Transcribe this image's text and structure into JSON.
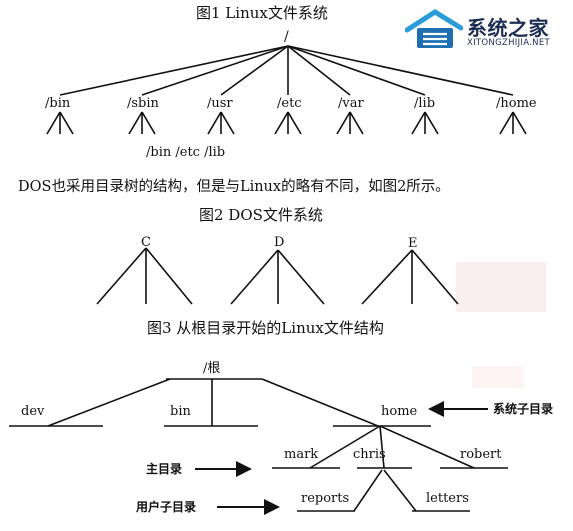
{
  "fig1": {
    "title": "图1  Linux文件系统",
    "root": "/",
    "nodes": [
      "/bin",
      "/sbin",
      "/usr",
      "/etc",
      "/var",
      "/lib",
      "/home"
    ],
    "sbin_children": "/bin /etc /lib"
  },
  "paragraph": "DOS也采用目录树的结构，但是与Linux的略有不同，如图2所示。",
  "fig2": {
    "title": "图2  DOS文件系统",
    "drives": [
      "C",
      "D",
      "E"
    ]
  },
  "fig3": {
    "title": "图3  从根目录开始的Linux文件结构",
    "root": "/根",
    "dev": "dev",
    "bin": "bin",
    "home": "home",
    "users": [
      "mark",
      "chris",
      "robert"
    ],
    "chris_children": [
      "reports",
      "letters"
    ],
    "annotations": {
      "system_subdir": "系统子目录",
      "home_dir": "主目录",
      "user_subdir": "用户子目录"
    }
  },
  "watermark": {
    "name": "系统之家",
    "url": "XITONGZHIJIA.NET"
  }
}
